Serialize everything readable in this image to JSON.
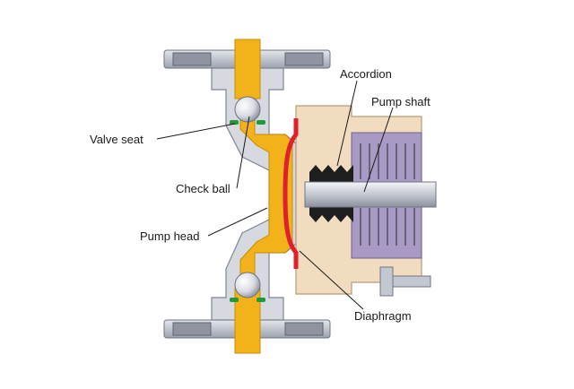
{
  "labels": {
    "accordion": "Accordion",
    "pump_shaft": "Pump shaft",
    "valve_seat": "Valve seat",
    "check_ball": "Check ball",
    "pump_head": "Pump head",
    "diaphragm": "Diaphragm"
  },
  "colors": {
    "background": "#ffffff",
    "pump_body": "#d6d9e0",
    "pump_body_edge": "#7f8594",
    "flange": "#b8bcc6",
    "fluid": "#f2b21a",
    "fluid_edge": "#c98a00",
    "diaphragm": "#e0202a",
    "housing": "#f1dcc0",
    "housing_edge": "#b59a78",
    "bellows": "#1e1e1e",
    "spring_area": "#a89ac4",
    "shaft": "#c9ccd4",
    "seal_ring": "#1f9a3a",
    "leader_line": "#1a1a1a"
  }
}
